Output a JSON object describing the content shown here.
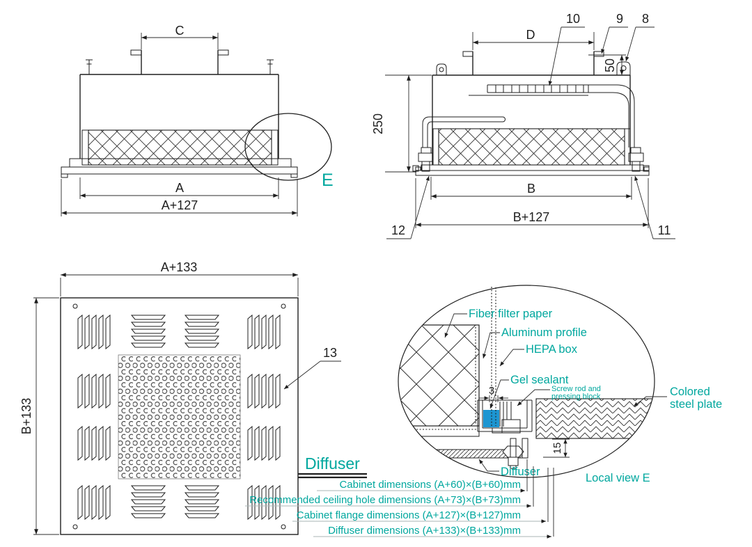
{
  "drawing_title": "HEPA box with diffuser - dimensional drawing",
  "colors": {
    "teal": "#00A79E",
    "gel_blue": "#1D96D2",
    "line": "#1F1F1F"
  },
  "front_view": {
    "dim_c": "C",
    "dim_a": "A",
    "dim_a_plus": "A+127",
    "detail_mark": "E"
  },
  "side_view": {
    "dim_d": "D",
    "dim_50": "50",
    "dim_250": "250",
    "dim_b": "B",
    "dim_b_plus": "B+127",
    "callout_10": "10",
    "callout_9": "9",
    "callout_8": "8",
    "callout_12": "12",
    "callout_11": "11"
  },
  "bottom_view": {
    "dim_width": "A+133",
    "dim_height": "B+133",
    "callout_13": "13",
    "diffuser_label": "Diffuser"
  },
  "detail_view": {
    "title": "Local view E",
    "fiber_filter": "Fiber filter paper",
    "aluminum_profile": "Aluminum profile",
    "hepa_box": "HEPA box",
    "gel_sealant": "Gel sealant",
    "screw_rod_line1": "Screw rod and",
    "screw_rod_line2": "pressing block",
    "colored_steel_line1": "Colored",
    "colored_steel_line2": "steel plate",
    "diffuser": "Diffuser",
    "dim_3": "3",
    "dim_15": "15"
  },
  "notes": [
    "Cabinet dimensions (A+60)×(B+60)mm",
    "Recommended ceiling hole dimensions (A+73)×(B+73)mm",
    "Cabinet flange dimensions (A+127)×(B+127)mm",
    "Diffuser dimensions (A+133)×(B+133)mm"
  ]
}
